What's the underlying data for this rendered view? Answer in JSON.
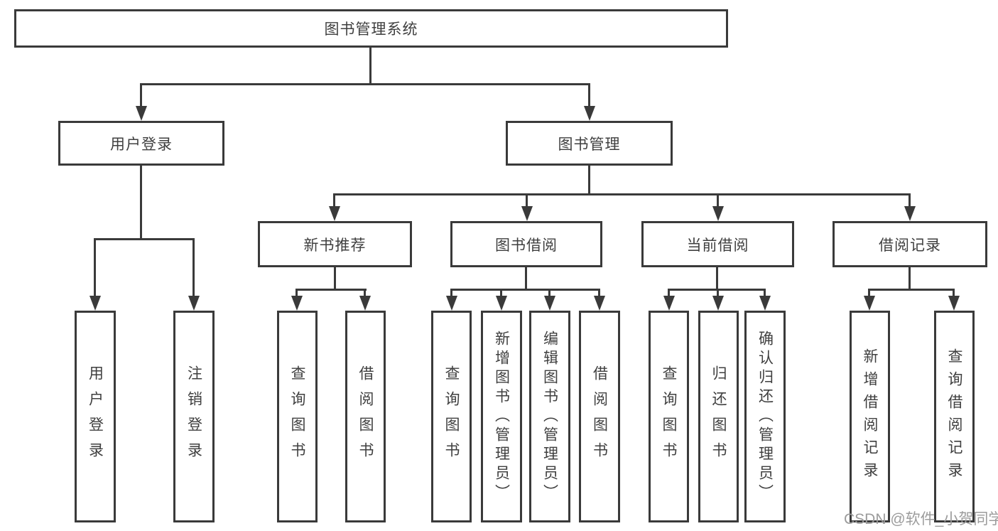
{
  "diagram": {
    "type": "hierarchy-tree",
    "title": "图书管理系统",
    "tree": {
      "label": "图书管理系统",
      "children": [
        {
          "label": "用户登录",
          "children": [
            {
              "label": "用户登录"
            },
            {
              "label": "注销登录"
            }
          ]
        },
        {
          "label": "图书管理",
          "children": [
            {
              "label": "新书推荐",
              "children": [
                {
                  "label": "查询图书"
                },
                {
                  "label": "借阅图书"
                }
              ]
            },
            {
              "label": "图书借阅",
              "children": [
                {
                  "label": "查询图书"
                },
                {
                  "label": "新增图书（管理员）"
                },
                {
                  "label": "编辑图书（管理员）"
                },
                {
                  "label": "借阅图书"
                }
              ]
            },
            {
              "label": "当前借阅",
              "children": [
                {
                  "label": "查询图书"
                },
                {
                  "label": "归还图书"
                },
                {
                  "label": "确认归还（管理员）"
                }
              ]
            },
            {
              "label": "借阅记录",
              "children": [
                {
                  "label": "新增借阅记录"
                },
                {
                  "label": "查询借阅记录"
                }
              ]
            }
          ]
        }
      ]
    },
    "colors": {
      "line": "#3a3a3a",
      "text": "#3f3f3f",
      "background": "#ffffff",
      "watermark": "#9c9c9c"
    }
  },
  "watermark": {
    "text": "CSDN @软件_小贺同学"
  }
}
